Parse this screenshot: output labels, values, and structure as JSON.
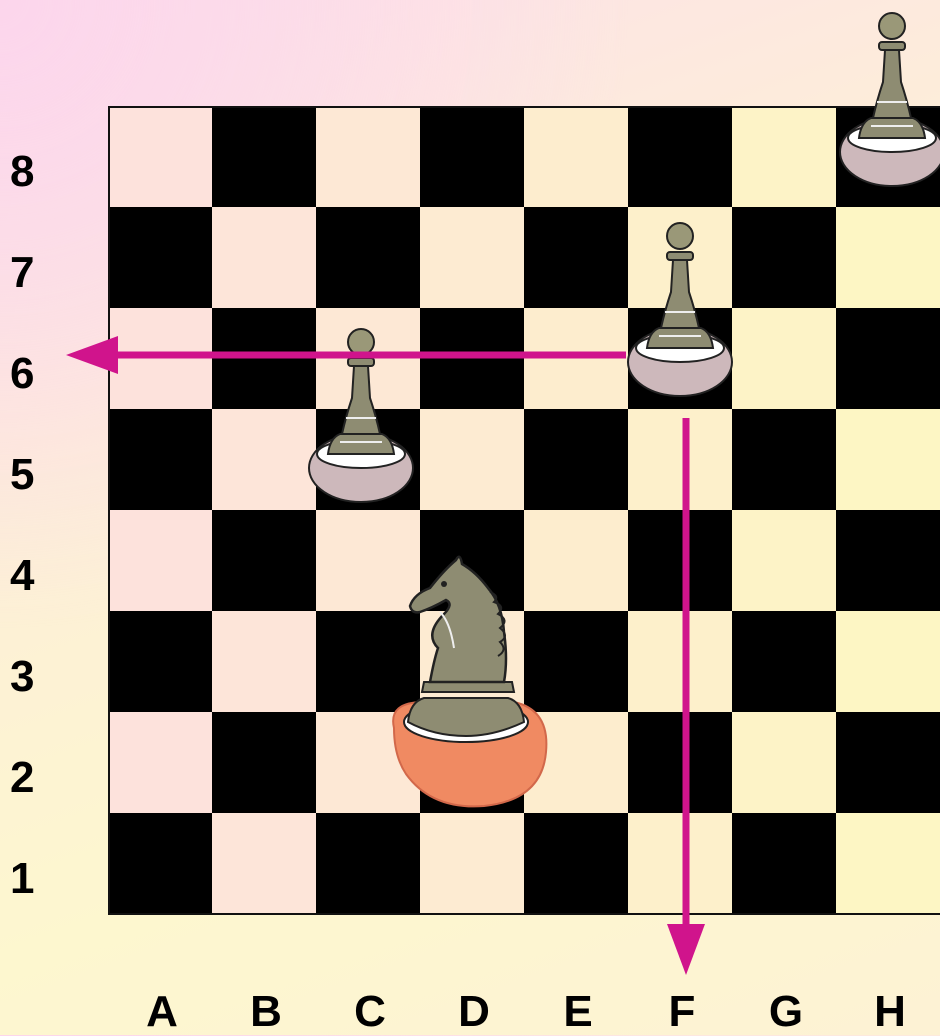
{
  "board": {
    "ranks": [
      "8",
      "7",
      "6",
      "5",
      "4",
      "3",
      "2",
      "1"
    ],
    "files": [
      "A",
      "B",
      "C",
      "D",
      "E",
      "F",
      "G",
      "H"
    ]
  },
  "colors": {
    "dark": "#000000",
    "light_left": "#fde2dc",
    "light_right": "#fdf6c4",
    "arrow": "#d0148c",
    "piece_body": "#8e8c72",
    "pawn_base": "#cdb8bb",
    "knight_base": "#f08a62"
  },
  "pieces": [
    {
      "type": "pawn",
      "square": "C5",
      "icon": "pawn-icon"
    },
    {
      "type": "pawn",
      "square": "F6",
      "icon": "pawn-icon"
    },
    {
      "type": "pawn",
      "square": "H8",
      "icon": "pawn-icon"
    },
    {
      "type": "knight",
      "square": "D2",
      "icon": "knight-icon"
    }
  ],
  "arrows": [
    {
      "from": "F6",
      "direction": "left"
    },
    {
      "from": "F6",
      "direction": "down"
    }
  ]
}
